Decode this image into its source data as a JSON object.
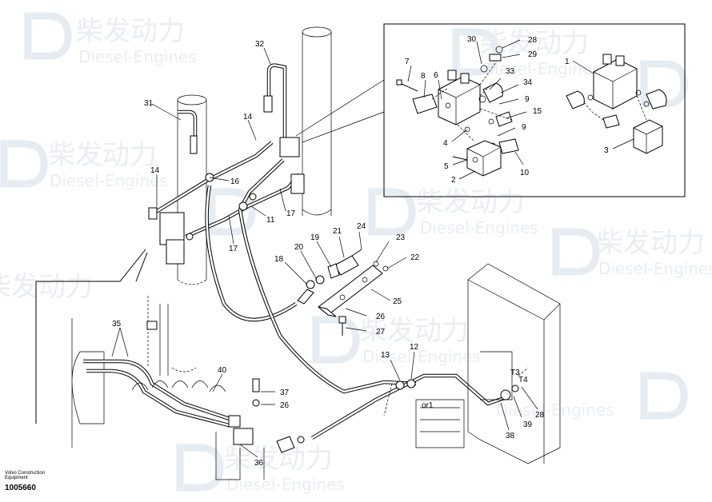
{
  "watermark": {
    "brand_cn": "柴发动力",
    "brand_en": "Diesel-Engines"
  },
  "footer": {
    "company_line1": "Volvo Construction",
    "company_line2": "Equipment",
    "drawing_number": "1005660"
  },
  "callouts": [
    {
      "id": "c32",
      "text": "32"
    },
    {
      "id": "c31",
      "text": "31"
    },
    {
      "id": "c14a",
      "text": "14"
    },
    {
      "id": "c14b",
      "text": "14"
    },
    {
      "id": "c16",
      "text": "16"
    },
    {
      "id": "c17a",
      "text": "17"
    },
    {
      "id": "c17b",
      "text": "17"
    },
    {
      "id": "c11",
      "text": "11"
    },
    {
      "id": "c24",
      "text": "24"
    },
    {
      "id": "c21",
      "text": "21"
    },
    {
      "id": "c19",
      "text": "19"
    },
    {
      "id": "c20",
      "text": "20"
    },
    {
      "id": "c23",
      "text": "23"
    },
    {
      "id": "c22",
      "text": "22"
    },
    {
      "id": "c18",
      "text": "18"
    },
    {
      "id": "c25",
      "text": "25"
    },
    {
      "id": "c26a",
      "text": "26"
    },
    {
      "id": "c27",
      "text": "27"
    },
    {
      "id": "c35",
      "text": "35"
    },
    {
      "id": "c40",
      "text": "40"
    },
    {
      "id": "c37",
      "text": "37"
    },
    {
      "id": "c26b",
      "text": "26"
    },
    {
      "id": "c36",
      "text": "36"
    },
    {
      "id": "c13",
      "text": "13"
    },
    {
      "id": "c12",
      "text": "12"
    },
    {
      "id": "c38",
      "text": "38"
    },
    {
      "id": "c39",
      "text": "39"
    },
    {
      "id": "c28b",
      "text": "28"
    },
    {
      "id": "t3",
      "text": "T3"
    },
    {
      "id": "t4",
      "text": "T4"
    },
    {
      "id": "or1",
      "text": "or1"
    },
    {
      "id": "d7",
      "text": "7"
    },
    {
      "id": "d8",
      "text": "8"
    },
    {
      "id": "d6",
      "text": "6"
    },
    {
      "id": "d30",
      "text": "30"
    },
    {
      "id": "d28",
      "text": "28"
    },
    {
      "id": "d29",
      "text": "29"
    },
    {
      "id": "d33",
      "text": "33"
    },
    {
      "id": "d34",
      "text": "34"
    },
    {
      "id": "d9a",
      "text": "9"
    },
    {
      "id": "d15",
      "text": "15"
    },
    {
      "id": "d9b",
      "text": "9"
    },
    {
      "id": "d4",
      "text": "4"
    },
    {
      "id": "d5",
      "text": "5"
    },
    {
      "id": "d2",
      "text": "2"
    },
    {
      "id": "d10",
      "text": "10"
    },
    {
      "id": "d1",
      "text": "1"
    },
    {
      "id": "d3",
      "text": "3"
    }
  ]
}
